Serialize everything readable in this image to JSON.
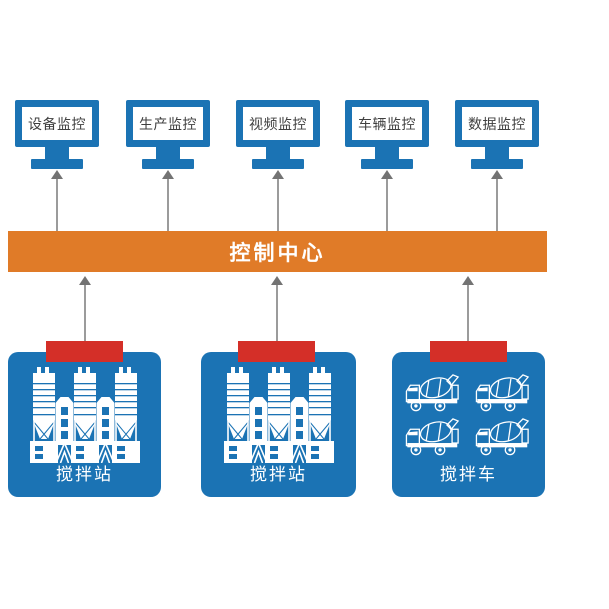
{
  "monitors": [
    {
      "label": "设备监控"
    },
    {
      "label": "生产监控"
    },
    {
      "label": "视频监控"
    },
    {
      "label": "车辆监控"
    },
    {
      "label": "数据监控"
    }
  ],
  "control_center": {
    "label": "控制中心"
  },
  "stations": [
    {
      "label": "搅拌站",
      "icon": "batching-plant-icon"
    },
    {
      "label": "搅拌站",
      "icon": "batching-plant-icon"
    },
    {
      "label": "搅拌车",
      "icon": "mixer-truck-icon"
    }
  ],
  "colors": {
    "blue": "#1b73b4",
    "orange": "#e07b28",
    "red": "#d42f28",
    "arrow_line": "#9b9b9b",
    "arrow_head": "#737373",
    "screen_text": "#3f3f3f",
    "background": "#ffffff"
  }
}
